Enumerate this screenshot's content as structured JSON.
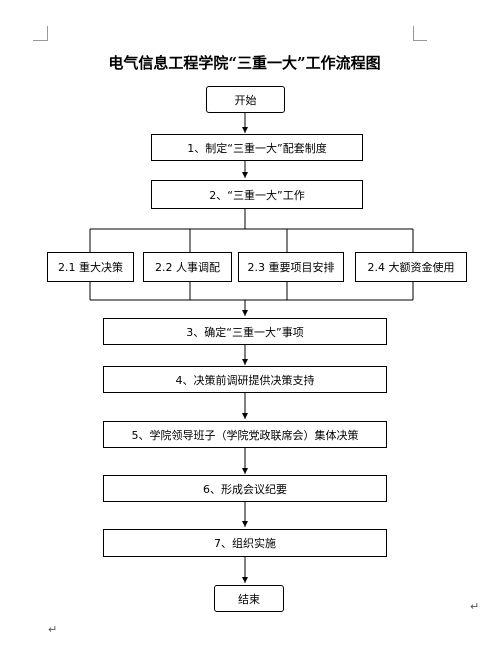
{
  "title": "电气信息工程学院“三重一大”工作流程图",
  "nodes": {
    "start": "开始",
    "step1": "1、制定“三重一大”配套制度",
    "step2": "2、“三重一大”工作",
    "sub21": "2.1 重大决策",
    "sub22": "2.2 人事调配",
    "sub23": "2.3 重要项目安排",
    "sub24": "2.4 大额资金使用",
    "step3": "3、确定“三重一大”事项",
    "step4": "4、决策前调研提供决策支持",
    "step5": "5、学院领导班子（学院党政联席会）集体决策",
    "step6": "6、形成会议纪要",
    "step7": "7、组织实施",
    "end": "结束"
  },
  "marks": {
    "return_mark": "↵"
  },
  "colors": {
    "line": "#000000",
    "crop_marks": "#999999",
    "background": "#ffffff"
  }
}
